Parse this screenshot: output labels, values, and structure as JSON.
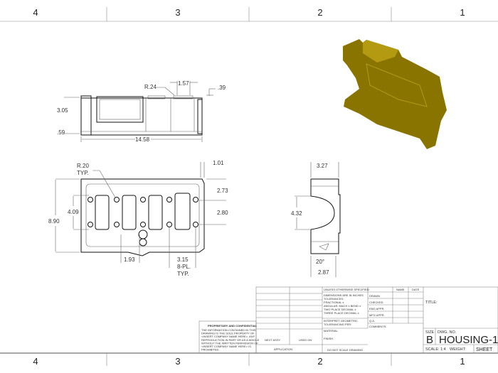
{
  "zones": {
    "top": [
      "4",
      "3",
      "2",
      "1"
    ],
    "bottom": [
      "4",
      "3",
      "2",
      "1"
    ]
  },
  "front_view": {
    "dims": {
      "radius": "R.24",
      "width_top": "1.57",
      "lip": ".39",
      "height": "3.05",
      "base": ".59",
      "length": "14.58"
    }
  },
  "top_view": {
    "dims": {
      "radius": "R.20",
      "radius_note": "TYP.",
      "edge": "1.01",
      "upper": "2.73",
      "spacing_v": "2.80",
      "inner": "4.09",
      "height": "8.90",
      "spacing_h": "1.93",
      "pitch": "3.15",
      "pitch_note1": "8-PL.",
      "pitch_note2": "TYP."
    }
  },
  "side_view": {
    "dims": {
      "width": "3.27",
      "bore": "4.32",
      "angle": "20°",
      "base_width": "2.87"
    }
  },
  "iso_view": {
    "color": "#8a7400",
    "highlight": "#b49a10"
  },
  "title_block": {
    "unless": "UNLESS OTHERWISE SPECIFIED:",
    "dims_in": "DIMENSIONS ARE IN INCHES",
    "tolerances": "TOLERANCES:",
    "fractional": "FRACTIONAL ±",
    "angular": "ANGULAR: MACH ±   BEND ±",
    "two_place": "TWO PLACE DECIMAL   ±",
    "three_place": "THREE PLACE DECIMAL  ±",
    "interpret1": "INTERPRET GEOMETRIC",
    "interpret2": "TOLERANCING PER:",
    "material": "MATERIAL",
    "finish": "FINISH",
    "do_not_scale": "DO NOT SCALE DRAWING",
    "next_assy": "NEXT ASSY",
    "used_on": "USED ON",
    "application": "APPLICATION",
    "name": "NAME",
    "date": "DATE",
    "drawn": "DRAWN",
    "checked": "CHECKED",
    "eng_appr": "ENG APPR.",
    "mfg_appr": "MFG APPR.",
    "qa": "Q.A.",
    "comments": "COMMENTS:",
    "title": "TITLE:",
    "size_label": "SIZE",
    "dwg_no_label": "DWG.  NO.",
    "size": "B",
    "dwg_no": "HOUSING-1",
    "scale": "SCALE: 1:4",
    "weight": "WEIGHT:",
    "sheet": "SHEET",
    "proprietary_title": "PROPRIETARY AND CONFIDENTIAL",
    "proprietary_lines": [
      "THE INFORMATION CONTAINED IN THIS",
      "DRAWING IS THE SOLE PROPERTY OF",
      "<INSERT COMPANY NAME HERE>.  ANY",
      "REPRODUCTION IN PART OR AS A WHOLE",
      "WITHOUT THE WRITTEN PERMISSION OF",
      "<INSERT COMPANY NAME HERE> IS",
      "PROHIBITED."
    ]
  }
}
